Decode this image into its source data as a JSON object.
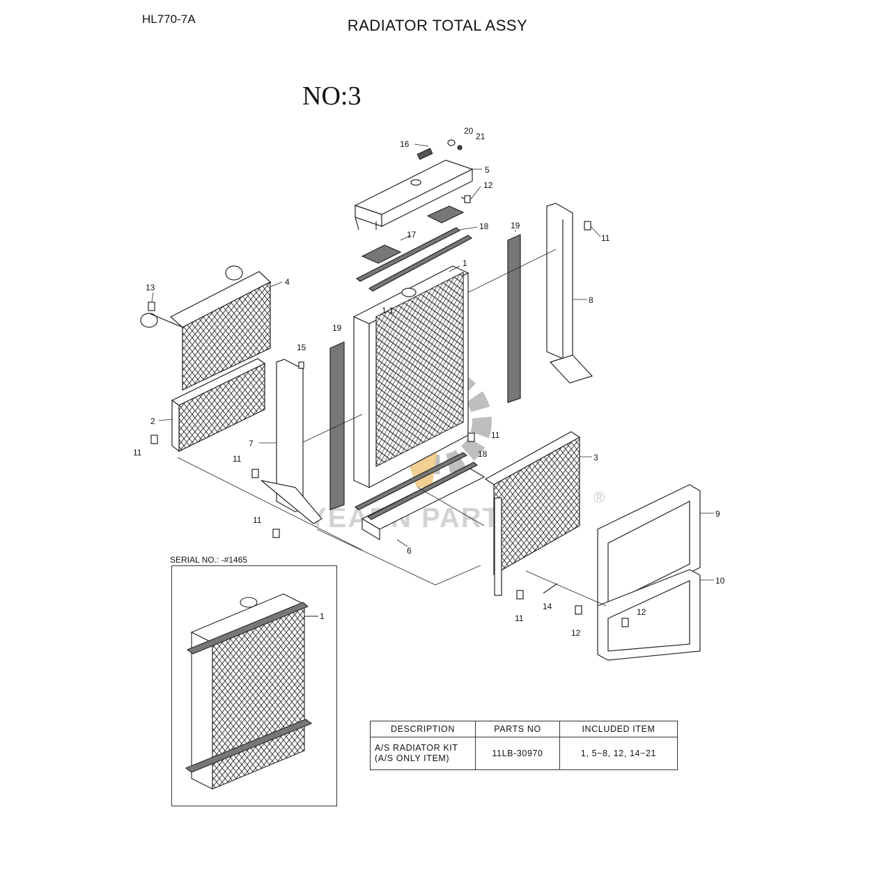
{
  "header": {
    "model": "HL770-7A",
    "title": "RADIATOR TOTAL ASSY",
    "drawing_no": "NO:3"
  },
  "callouts": [
    "16",
    "20",
    "21",
    "5",
    "12",
    "17",
    "18",
    "19",
    "11",
    "1",
    "1-1",
    "13",
    "4",
    "8",
    "15",
    "19",
    "2",
    "7",
    "11",
    "11",
    "18",
    "3",
    "11",
    "6",
    "9",
    "10",
    "14",
    "11",
    "12",
    "12"
  ],
  "inset": {
    "serial": "SERIAL NO.: -#1465",
    "callout": "1"
  },
  "kit_table": {
    "headers": [
      "DESCRIPTION",
      "PARTS NO",
      "INCLUDED ITEM"
    ],
    "rows": [
      {
        "description_line1": "A/S RADIATOR KIT",
        "description_line2": "(A/S ONLY ITEM)",
        "parts_no": "11LB-30970",
        "included": "1, 5~8, 12, 14~21"
      }
    ]
  },
  "watermark": {
    "text": "YEARN PARTS",
    "registered": "®",
    "color": "#e8a93a"
  }
}
